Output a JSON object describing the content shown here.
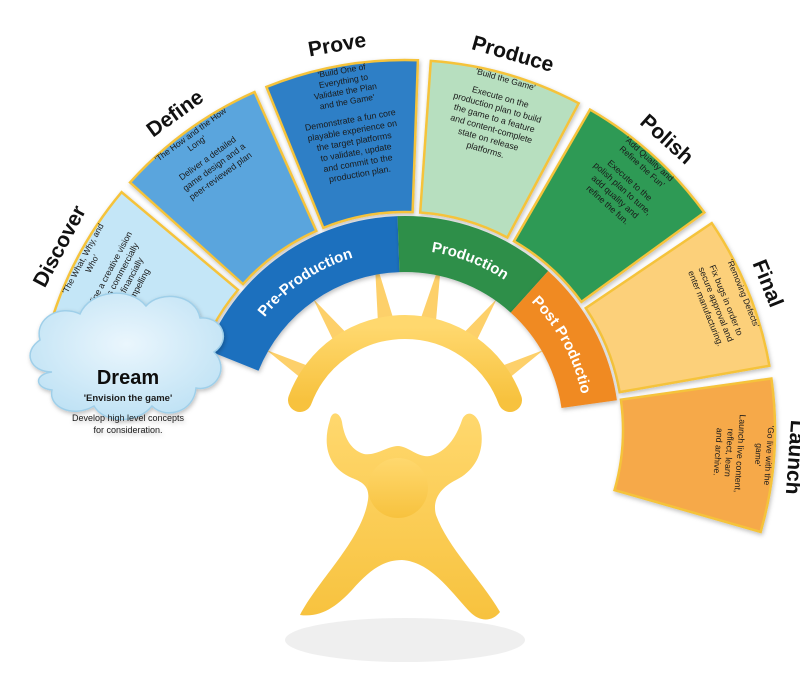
{
  "stages": [
    {
      "id": "discover",
      "title": "Discover",
      "tagline": "'The What, Why, and Who'",
      "description": [
        "Define a creative vision",
        "that is commercially",
        "and financially",
        "compelling"
      ],
      "color": "#c4e6f7"
    },
    {
      "id": "define",
      "title": "Define",
      "tagline": "'The How and the How Long'",
      "description": [
        "Deliver a detailed",
        "game design and a",
        "peer-reviewed plan"
      ],
      "color": "#5aa5dd"
    },
    {
      "id": "prove",
      "title": "Prove",
      "tagline": "'Build One of Everything to Validate the Plan and the Game'",
      "description": [
        "Demonstrate a fun core",
        "playable experience on",
        "the target platforms",
        "to validate, update",
        "and commit to the",
        "production plan."
      ],
      "color": "#2f7fc6"
    },
    {
      "id": "produce",
      "title": "Produce",
      "tagline": "'Build the Game'",
      "description": [
        "Execute on the",
        "production plan to build",
        "the game to a feature",
        "and content-complete",
        "state on release",
        "platforms."
      ],
      "color": "#b7dfbf"
    },
    {
      "id": "polish",
      "title": "Polish",
      "tagline": "'Add Quality and Refine the Fun'",
      "description": [
        "Execute to the",
        "polish plan to tune,",
        "add quality and",
        "refine the fun."
      ],
      "color": "#2f9a55"
    },
    {
      "id": "final",
      "title": "Final",
      "tagline": "'Removing Defects'",
      "description": [
        "Fix bugs in order to",
        "secure approval and",
        "enter manufacturing."
      ],
      "color": "#fcd07a"
    },
    {
      "id": "launch",
      "title": "Launch",
      "tagline": "'Go live with the game'",
      "description": [
        "Launch live content,",
        "reflect, learn",
        "and archive."
      ],
      "color": "#f6a94a"
    }
  ],
  "bands": [
    {
      "id": "pre-production",
      "label": "Pre-Production",
      "color": "#1f6fbe"
    },
    {
      "id": "production",
      "label": "Production",
      "color": "#2f8f4a"
    },
    {
      "id": "post-production",
      "label": "Post Production",
      "color": "#f08a24"
    }
  ],
  "dream": {
    "title": "Dream",
    "tagline": "'Envision the game'",
    "description": [
      "Develop high level concepts",
      "for consideration."
    ],
    "color": "#cfeaf8"
  },
  "figure_color": "#fdd06a"
}
